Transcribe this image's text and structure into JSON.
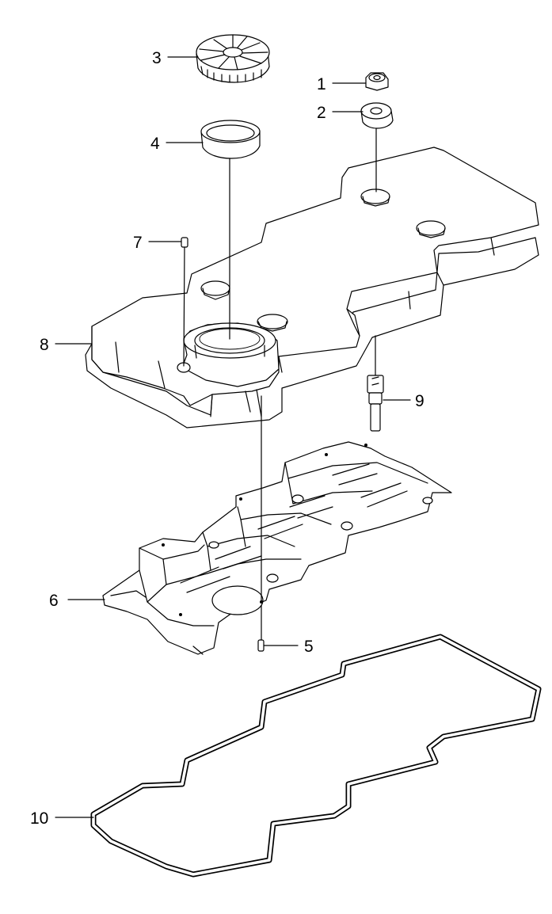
{
  "diagram": {
    "callouts": [
      {
        "id": "1",
        "label": "1"
      },
      {
        "id": "2",
        "label": "2"
      },
      {
        "id": "3",
        "label": "3"
      },
      {
        "id": "4",
        "label": "4"
      },
      {
        "id": "5",
        "label": "5"
      },
      {
        "id": "6",
        "label": "6"
      },
      {
        "id": "7",
        "label": "7"
      },
      {
        "id": "8",
        "label": "8"
      },
      {
        "id": "9",
        "label": "9"
      },
      {
        "id": "10",
        "label": "10"
      }
    ],
    "line_color": "#000000",
    "background": "#ffffff"
  }
}
